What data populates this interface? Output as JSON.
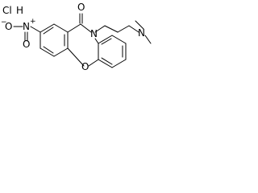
{
  "molecule": {
    "salt": "ClH",
    "salt_parts": {
      "element": "Cl",
      "h": "H"
    },
    "nitro": {
      "minus": "−",
      "o_left": "O",
      "n": "N",
      "n_charge": "+",
      "o_bottom": "O"
    },
    "carbonyl_o": "O",
    "ring_n": "N",
    "ring_o": "O",
    "amine_n": "N"
  }
}
